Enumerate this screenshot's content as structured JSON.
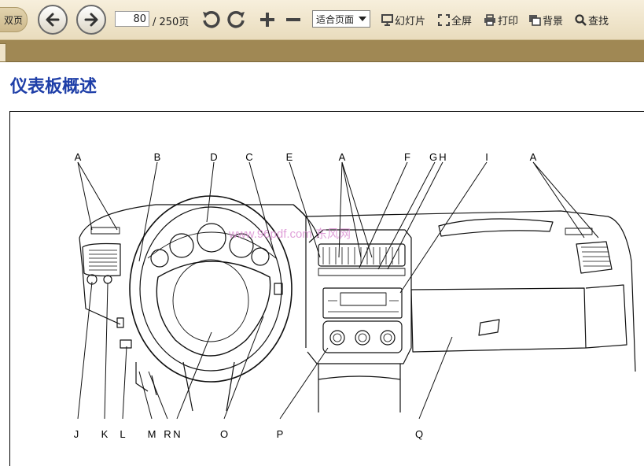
{
  "toolbar": {
    "double_page_label": "双页",
    "current_page": "80",
    "page_total": "/ 250页",
    "zoom_mode": "适合页面",
    "slideshow_label": "幻灯片",
    "fullscreen_label": "全屏",
    "print_label": "打印",
    "background_label": "背景",
    "find_label": "查找"
  },
  "document": {
    "title": "仪表板概述",
    "watermark": "www.96pdf.com 东风网",
    "callouts_top": [
      "A",
      "B",
      "D",
      "C",
      "E",
      "A",
      "F",
      "G",
      "H",
      "I",
      "A"
    ],
    "callouts_bottom": [
      "J",
      "K",
      "L",
      "M",
      "R",
      "N",
      "O",
      "P",
      "Q"
    ]
  },
  "colors": {
    "title": "#1f3fa8",
    "toolbar_bg": "#efe3c8",
    "strip": "#a58d58",
    "watermark": "#d98ad0"
  }
}
